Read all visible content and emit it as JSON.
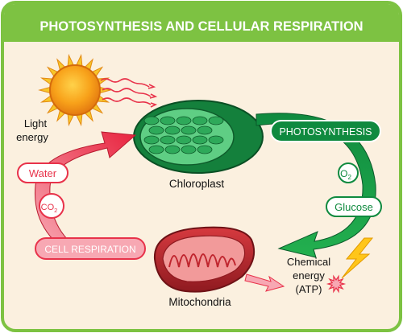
{
  "title": "PHOTOSYNTHESIS AND CELLULAR RESPIRATION",
  "labels": {
    "light_line1": "Light",
    "light_line2": "energy",
    "chloroplast": "Chloroplast",
    "photosynthesis": "PHOTOSYNTHESIS",
    "o2_main": "O",
    "o2_sub": "2",
    "glucose": "Glucose",
    "water": "Water",
    "co2_main": "CO",
    "co2_sub": "2",
    "cell_respiration": "CELL RESPIRATION",
    "mitochondria": "Mitochondria",
    "chem_line1": "Chemical",
    "chem_line2": "energy",
    "chem_line3": "(ATP)"
  },
  "colors": {
    "title_bar": "#7dc242",
    "background": "#fbf0df",
    "border": "#7dc242",
    "green_dark": "#0b7a3a",
    "green_mid": "#19a34a",
    "red": "#e8324a",
    "pink_fill": "#f7a8b3",
    "sun_core": "#f5a21a",
    "sun_ray": "#f7c62a",
    "mito_outer": "#c0262f",
    "mito_inner": "#f29a9a",
    "bolt": "#ffc61a"
  },
  "icons": {
    "sun": "sun-icon",
    "chloroplast": "chloroplast-icon",
    "mitochondria": "mitochondria-icon",
    "lightning": "lightning-icon",
    "burst": "burst-icon"
  }
}
